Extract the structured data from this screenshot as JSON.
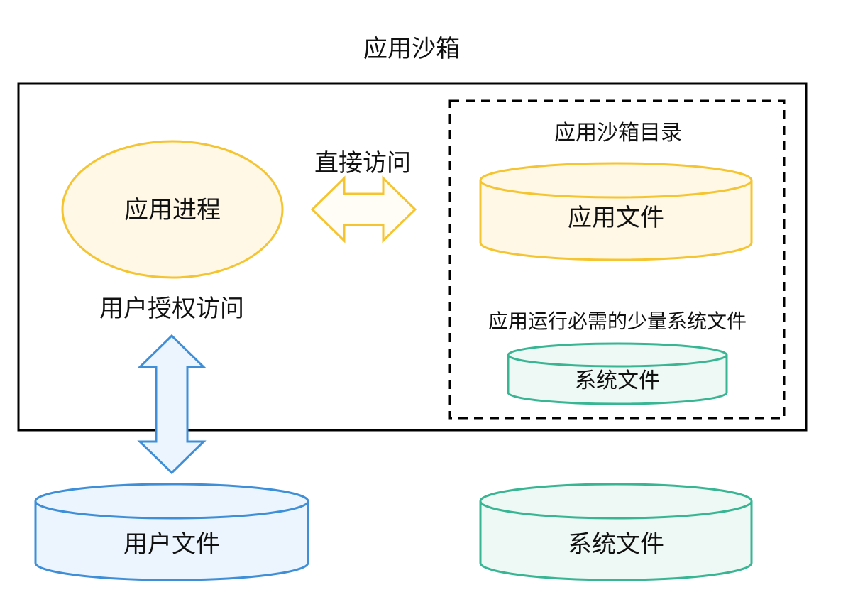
{
  "title": "应用沙箱",
  "sandbox_dir": {
    "title": "应用沙箱目录",
    "app_files": "应用文件",
    "system_files_note": "应用运行必需的少量系统文件",
    "system_files": "系统文件"
  },
  "app_process": "应用进程",
  "direct_access": "直接访问",
  "user_authorized_access": "用户授权访问",
  "user_files": "用户文件",
  "external_system_files": "系统文件",
  "colors": {
    "yellow_stroke": "#F5C431",
    "yellow_fill": "#FFF8E7",
    "blue_stroke": "#3E8FD8",
    "blue_fill": "#ECF5FD",
    "green_stroke": "#38B593",
    "green_fill": "#EEF8F4",
    "black": "#000000"
  }
}
